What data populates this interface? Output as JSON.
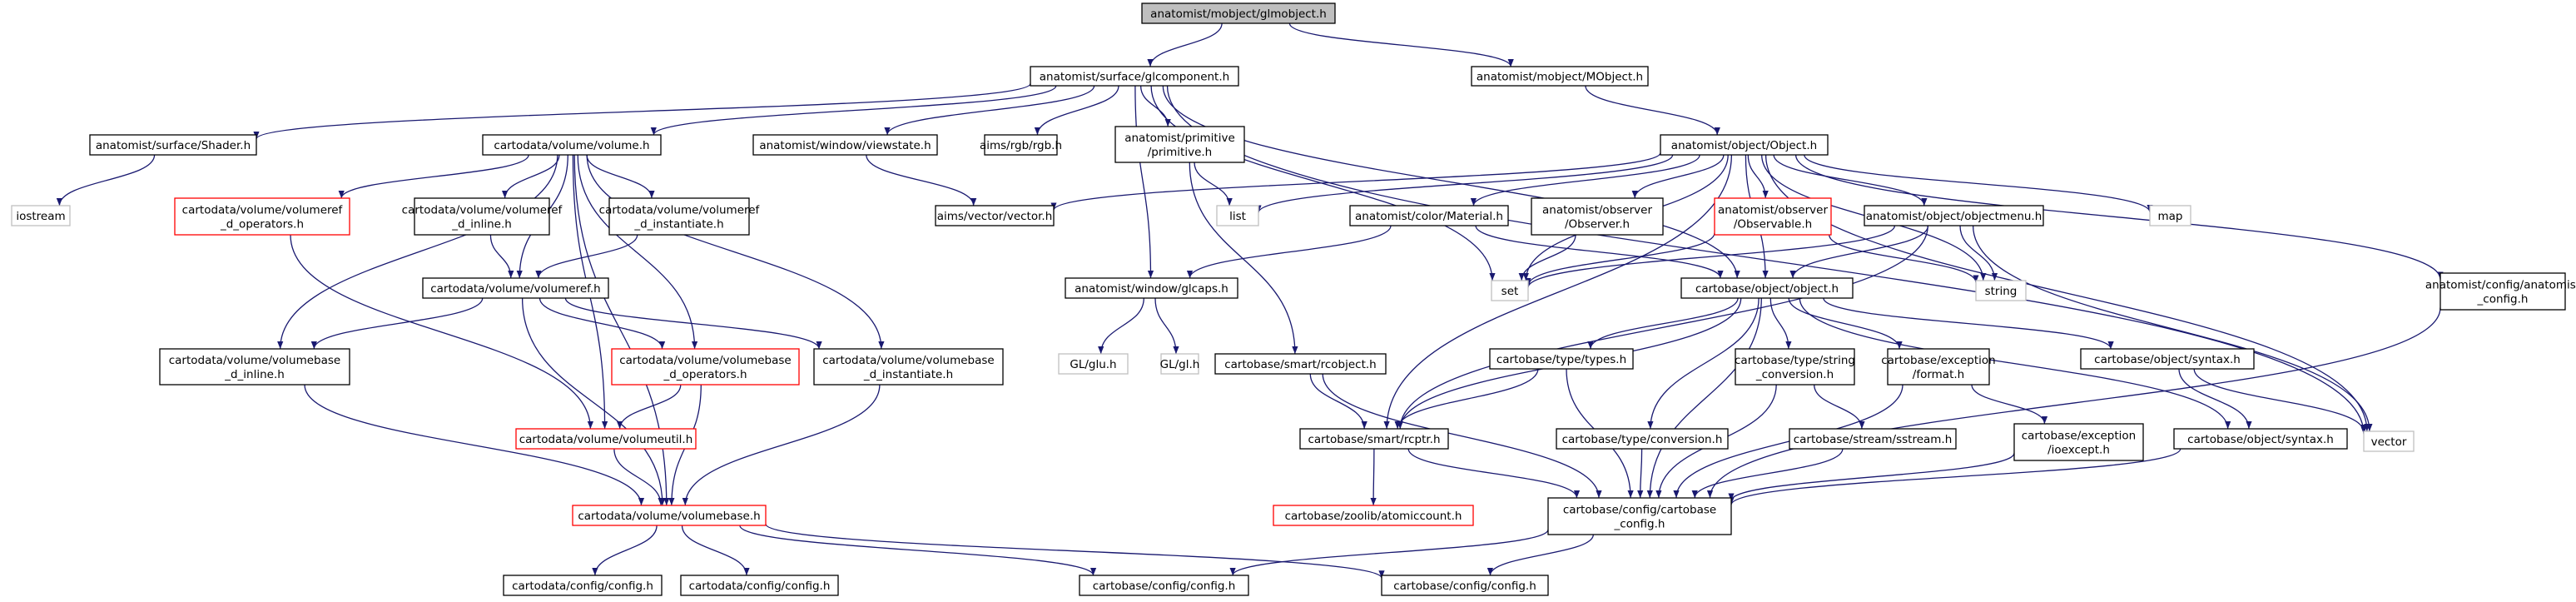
{
  "diagram": {
    "colors": {
      "edge": "#191970",
      "node_border": "#000000",
      "missing_border": "#ff0000",
      "system_border": "#bfbfbf",
      "root_fill": "#bfbfbf",
      "node_fill": "#ffffff"
    },
    "nodes": [
      {
        "id": "root",
        "style": "root",
        "lines": [
          "anatomist/mobject/glmobject.h"
        ]
      },
      {
        "id": "glcomponent",
        "style": "normal",
        "lines": [
          "anatomist/surface/glcomponent.h"
        ]
      },
      {
        "id": "mobject",
        "style": "normal",
        "lines": [
          "anatomist/mobject/MObject.h"
        ]
      },
      {
        "id": "shader",
        "style": "normal",
        "lines": [
          "anatomist/surface/Shader.h"
        ]
      },
      {
        "id": "volume_h",
        "style": "normal",
        "lines": [
          "cartodata/volume/volume.h"
        ]
      },
      {
        "id": "viewstate",
        "style": "normal",
        "lines": [
          "anatomist/window/viewstate.h"
        ]
      },
      {
        "id": "rgb",
        "style": "normal",
        "lines": [
          "aims/rgb/rgb.h"
        ]
      },
      {
        "id": "primitive",
        "style": "normal",
        "lines": [
          "anatomist/primitive",
          "/primitive.h"
        ]
      },
      {
        "id": "object_h",
        "style": "normal",
        "lines": [
          "anatomist/object/Object.h"
        ]
      },
      {
        "id": "iostream",
        "style": "system",
        "lines": [
          "iostream"
        ]
      },
      {
        "id": "vref_ops",
        "style": "missing",
        "lines": [
          "cartodata/volume/volumeref",
          "_d_operators.h"
        ]
      },
      {
        "id": "vref_inline",
        "style": "normal",
        "lines": [
          "cartodata/volume/volumeref",
          "_d_inline.h"
        ]
      },
      {
        "id": "vref_inst",
        "style": "normal",
        "lines": [
          "cartodata/volume/volumeref",
          "_d_instantiate.h"
        ]
      },
      {
        "id": "aimsvector",
        "style": "normal",
        "lines": [
          "aims/vector/vector.h"
        ]
      },
      {
        "id": "list",
        "style": "system",
        "lines": [
          "list"
        ]
      },
      {
        "id": "material",
        "style": "normal",
        "lines": [
          "anatomist/color/Material.h"
        ]
      },
      {
        "id": "observer",
        "style": "normal",
        "lines": [
          "anatomist/observer",
          "/Observer.h"
        ]
      },
      {
        "id": "observable",
        "style": "missing",
        "lines": [
          "anatomist/observer",
          "/Observable.h"
        ]
      },
      {
        "id": "objectmenu",
        "style": "normal",
        "lines": [
          "anatomist/object/objectmenu.h"
        ]
      },
      {
        "id": "map",
        "style": "system",
        "lines": [
          "map"
        ]
      },
      {
        "id": "anat_config",
        "style": "normal",
        "lines": [
          "anatomist/config/anatomist",
          "_config.h"
        ]
      },
      {
        "id": "volumeref",
        "style": "normal",
        "lines": [
          "cartodata/volume/volumeref.h"
        ]
      },
      {
        "id": "set",
        "style": "system",
        "lines": [
          "set"
        ]
      },
      {
        "id": "carto_object",
        "style": "normal",
        "lines": [
          "cartobase/object/object.h"
        ]
      },
      {
        "id": "string",
        "style": "system",
        "lines": [
          "string"
        ]
      },
      {
        "id": "glcaps",
        "style": "normal",
        "lines": [
          "anatomist/window/glcaps.h"
        ]
      },
      {
        "id": "vbase_inline",
        "style": "normal",
        "lines": [
          "cartodata/volume/volumebase",
          "_d_inline.h"
        ]
      },
      {
        "id": "vbase_ops",
        "style": "missing",
        "lines": [
          "cartodata/volume/volumebase",
          "_d_operators.h"
        ]
      },
      {
        "id": "vbase_inst",
        "style": "normal",
        "lines": [
          "cartodata/volume/volumebase",
          "_d_instantiate.h"
        ]
      },
      {
        "id": "glu",
        "style": "system",
        "lines": [
          "GL/glu.h"
        ]
      },
      {
        "id": "gl",
        "style": "system",
        "lines": [
          "GL/gl.h"
        ]
      },
      {
        "id": "rcobject",
        "style": "normal",
        "lines": [
          "cartobase/smart/rcobject.h"
        ]
      },
      {
        "id": "types",
        "style": "normal",
        "lines": [
          "cartobase/type/types.h"
        ]
      },
      {
        "id": "string_conv",
        "style": "normal",
        "lines": [
          "cartobase/type/string",
          "_conversion.h"
        ]
      },
      {
        "id": "exc_format",
        "style": "normal",
        "lines": [
          "cartobase/exception",
          "/format.h"
        ]
      },
      {
        "id": "syntax_top",
        "style": "normal",
        "lines": [
          "cartobase/object/syntax.h"
        ]
      },
      {
        "id": "volumeutil",
        "style": "missing",
        "lines": [
          "cartodata/volume/volumeutil.h"
        ]
      },
      {
        "id": "rcptr",
        "style": "normal",
        "lines": [
          "cartobase/smart/rcptr.h"
        ]
      },
      {
        "id": "conversion",
        "style": "normal",
        "lines": [
          "cartobase/type/conversion.h"
        ]
      },
      {
        "id": "sstream",
        "style": "normal",
        "lines": [
          "cartobase/stream/sstream.h"
        ]
      },
      {
        "id": "ioexcept",
        "style": "normal",
        "lines": [
          "cartobase/exception",
          "/ioexcept.h"
        ]
      },
      {
        "id": "syntax_bot",
        "style": "normal",
        "lines": [
          "cartobase/object/syntax.h"
        ]
      },
      {
        "id": "vector",
        "style": "system",
        "lines": [
          "vector"
        ]
      },
      {
        "id": "volumebase",
        "style": "missing",
        "lines": [
          "cartodata/volume/volumebase.h"
        ]
      },
      {
        "id": "atomiccount",
        "style": "missing",
        "lines": [
          "cartobase/zoolib/atomiccount.h"
        ]
      },
      {
        "id": "cb_config",
        "style": "normal",
        "lines": [
          "cartobase/config/cartobase",
          "_config.h"
        ]
      },
      {
        "id": "cd_config1",
        "style": "normal",
        "lines": [
          "cartodata/config/config.h"
        ]
      },
      {
        "id": "cd_config2",
        "style": "normal",
        "lines": [
          "cartodata/config/config.h"
        ]
      },
      {
        "id": "cb_config1",
        "style": "normal",
        "lines": [
          "cartobase/config/config.h"
        ]
      },
      {
        "id": "cb_config2",
        "style": "normal",
        "lines": [
          "cartobase/config/config.h"
        ]
      }
    ],
    "edges": [
      [
        "root",
        "glcomponent"
      ],
      [
        "root",
        "mobject"
      ],
      [
        "glcomponent",
        "shader"
      ],
      [
        "glcomponent",
        "volume_h"
      ],
      [
        "glcomponent",
        "viewstate"
      ],
      [
        "glcomponent",
        "rgb"
      ],
      [
        "glcomponent",
        "primitive"
      ],
      [
        "glcomponent",
        "glcaps"
      ],
      [
        "glcomponent",
        "set"
      ],
      [
        "glcomponent",
        "carto_object"
      ],
      [
        "glcomponent",
        "vector"
      ],
      [
        "mobject",
        "object_h"
      ],
      [
        "shader",
        "iostream"
      ],
      [
        "volume_h",
        "vref_ops"
      ],
      [
        "volume_h",
        "vref_inline"
      ],
      [
        "volume_h",
        "vref_inst"
      ],
      [
        "volume_h",
        "volumeref"
      ],
      [
        "volume_h",
        "vbase_inline"
      ],
      [
        "volume_h",
        "vbase_ops"
      ],
      [
        "volume_h",
        "vbase_inst"
      ],
      [
        "volume_h",
        "volumeutil"
      ],
      [
        "volume_h",
        "volumebase"
      ],
      [
        "viewstate",
        "aimsvector"
      ],
      [
        "primitive",
        "list"
      ],
      [
        "primitive",
        "rcobject"
      ],
      [
        "object_h",
        "aimsvector"
      ],
      [
        "object_h",
        "list"
      ],
      [
        "object_h",
        "material"
      ],
      [
        "object_h",
        "observer"
      ],
      [
        "object_h",
        "observable"
      ],
      [
        "object_h",
        "objectmenu"
      ],
      [
        "object_h",
        "map"
      ],
      [
        "object_h",
        "anat_config"
      ],
      [
        "object_h",
        "set"
      ],
      [
        "object_h",
        "carto_object"
      ],
      [
        "object_h",
        "string"
      ],
      [
        "object_h",
        "vector"
      ],
      [
        "object_h",
        "rcptr"
      ],
      [
        "vref_ops",
        "volumeutil"
      ],
      [
        "vref_inline",
        "volumeref"
      ],
      [
        "vref_inst",
        "volumeref"
      ],
      [
        "material",
        "glcaps"
      ],
      [
        "material",
        "carto_object"
      ],
      [
        "observer",
        "set"
      ],
      [
        "observable",
        "set"
      ],
      [
        "observable",
        "string"
      ],
      [
        "objectmenu",
        "set"
      ],
      [
        "objectmenu",
        "string"
      ],
      [
        "objectmenu",
        "vector"
      ],
      [
        "objectmenu",
        "carto_object"
      ],
      [
        "objectmenu",
        "rcptr"
      ],
      [
        "anat_config",
        "cb_config"
      ],
      [
        "volumeref",
        "vbase_inline"
      ],
      [
        "volumeref",
        "vbase_ops"
      ],
      [
        "volumeref",
        "vbase_inst"
      ],
      [
        "volumeref",
        "volumebase"
      ],
      [
        "carto_object",
        "types"
      ],
      [
        "carto_object",
        "string_conv"
      ],
      [
        "carto_object",
        "exc_format"
      ],
      [
        "carto_object",
        "syntax_top"
      ],
      [
        "carto_object",
        "rcptr"
      ],
      [
        "carto_object",
        "conversion"
      ],
      [
        "carto_object",
        "syntax_bot"
      ],
      [
        "carto_object",
        "cb_config"
      ],
      [
        "glcaps",
        "glu"
      ],
      [
        "glcaps",
        "gl"
      ],
      [
        "vbase_inline",
        "volumebase"
      ],
      [
        "vbase_ops",
        "volumeutil"
      ],
      [
        "vbase_ops",
        "volumebase"
      ],
      [
        "vbase_inst",
        "volumebase"
      ],
      [
        "rcobject",
        "rcptr"
      ],
      [
        "rcobject",
        "cb_config"
      ],
      [
        "types",
        "rcptr"
      ],
      [
        "types",
        "cb_config"
      ],
      [
        "string_conv",
        "sstream"
      ],
      [
        "string_conv",
        "cb_config"
      ],
      [
        "exc_format",
        "ioexcept"
      ],
      [
        "exc_format",
        "cb_config"
      ],
      [
        "syntax_top",
        "syntax_bot"
      ],
      [
        "syntax_top",
        "vector"
      ],
      [
        "volumeutil",
        "volumebase"
      ],
      [
        "rcptr",
        "atomiccount"
      ],
      [
        "rcptr",
        "cb_config"
      ],
      [
        "conversion",
        "cb_config"
      ],
      [
        "sstream",
        "cb_config"
      ],
      [
        "ioexcept",
        "cb_config"
      ],
      [
        "syntax_bot",
        "cb_config"
      ],
      [
        "volumebase",
        "cd_config1"
      ],
      [
        "volumebase",
        "cd_config2"
      ],
      [
        "volumebase",
        "cb_config1"
      ],
      [
        "volumebase",
        "cb_config2"
      ],
      [
        "cb_config",
        "cb_config1"
      ],
      [
        "cb_config",
        "cb_config2"
      ]
    ]
  }
}
